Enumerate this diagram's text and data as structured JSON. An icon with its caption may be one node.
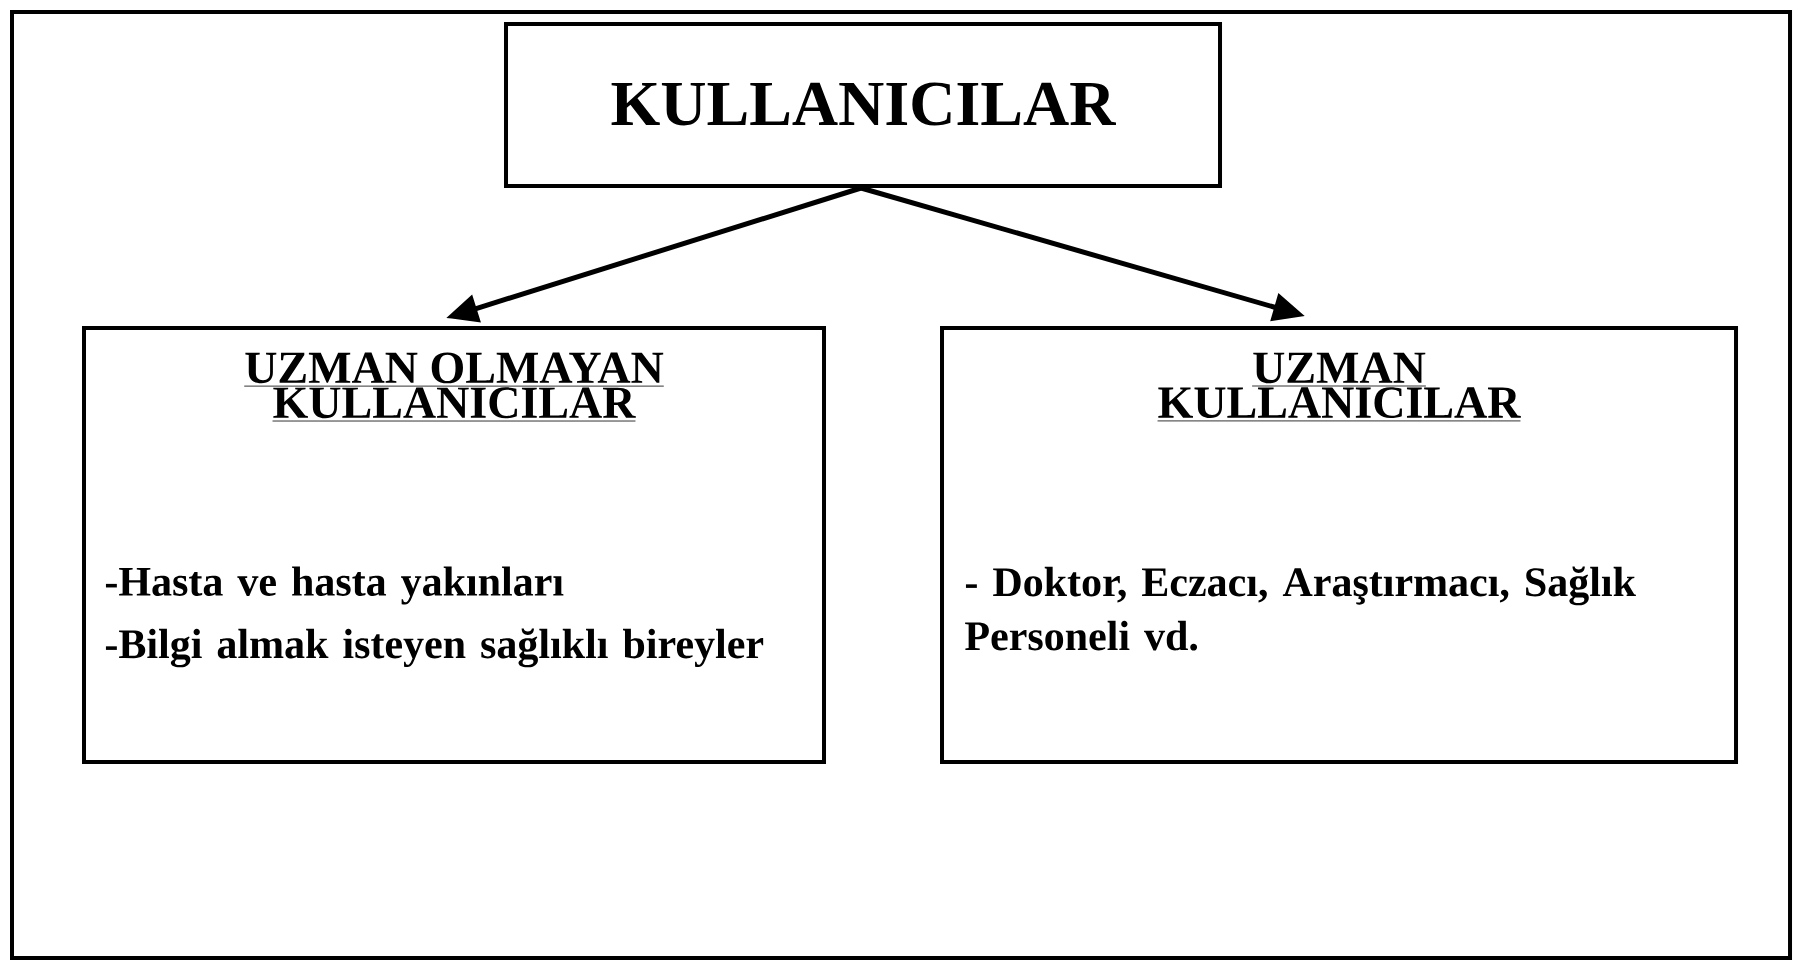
{
  "diagram": {
    "nodes": [
      {
        "text": [
          "KULLANICILAR"
        ]
      },
      {
        "text": [
          "UZMAN OLMAYAN KULLANICILAR",
          "-Hasta ve hasta yakınları",
          "-Bilgi almak isteyen sağlıklı bireyler"
        ]
      },
      {
        "text": [
          "UZMAN KULLANICILAR",
          "- Doktor, Eczacı, Araştırmacı, Sağlık Personeli vd."
        ]
      }
    ],
    "edges": [
      {
        "from": 0,
        "to": 1,
        "arrow": "to"
      },
      {
        "from": 0,
        "to": 2,
        "arrow": "to"
      }
    ]
  }
}
